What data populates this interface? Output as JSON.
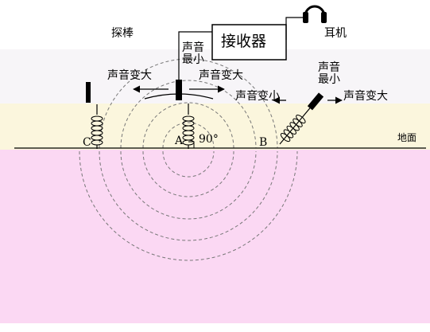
{
  "labels": {
    "probe": "探棒",
    "receiver": "接收器",
    "earphone": "耳机",
    "louder_left": "声音变大",
    "louder_right": "声音变大",
    "quietest_top": "声音最小",
    "quietest_right": "声音最小",
    "quieter_b_left": "声音变小",
    "louder_b_right": "声音变大",
    "point_c": "C",
    "point_a": "A",
    "point_b": "B",
    "angle": "90°",
    "ground": "地面"
  },
  "colors": {
    "band_light": "#f7f5f8",
    "band_yellow": "#fbf6dd",
    "band_pink": "#fbd8f3",
    "ink": "#000000",
    "wave": "#777777"
  }
}
